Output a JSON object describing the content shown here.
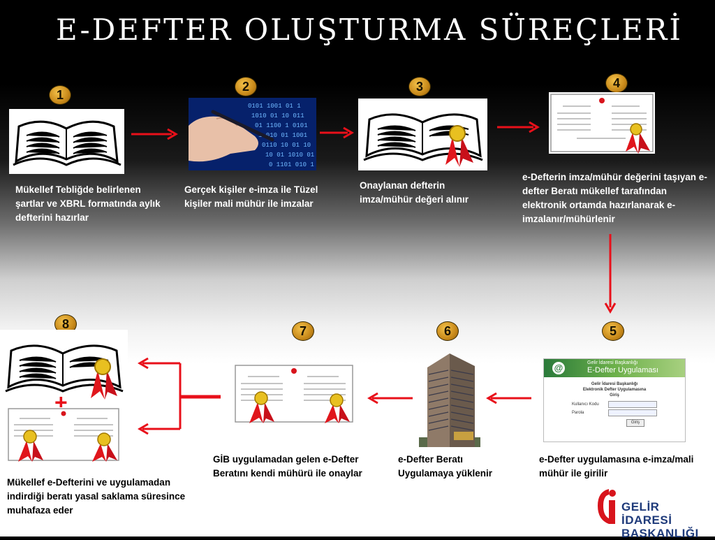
{
  "title": "E-DEFTER OLUŞTURMA SÜREÇLERİ",
  "steps": [
    {
      "num": "1",
      "caption": "Mükellef Tebliğde belirlenen şartlar ve XBRL formatında aylık defterini hazırlar"
    },
    {
      "num": "2",
      "caption": "Gerçek kişiler e-imza ile Tüzel  kişiler mali mühür ile imzalar"
    },
    {
      "num": "3",
      "caption": "Onaylanan defterin imza/mühür değeri alınır"
    },
    {
      "num": "4",
      "caption": "e-Defterin imza/mühür değerini taşıyan e-defter Beratı mükellef tarafından elektronik ortamda hazırlanarak e-imzalanır/mühürlenir"
    },
    {
      "num": "5",
      "caption": "e-Defter uygulamasına e-imza/mali mühür ile girilir"
    },
    {
      "num": "6",
      "caption": "e-Defter Beratı Uygulamaya yüklenir"
    },
    {
      "num": "7",
      "caption": "GİB uygulamadan gelen e-Defter Beratını kendi mühürü ile onaylar"
    },
    {
      "num": "8",
      "caption": "Mükellef e-Defterini ve uygulamadan indirdiği beratı  yasal saklama süresince muhafaza eder"
    }
  ],
  "plus_sign": "+",
  "app_screen": {
    "org": "Gelir İdaresi Başkanlığı",
    "app_name": "E-Defter Uygulaması",
    "heading1": "Gelir İdaresi Başkanlığı",
    "heading2": "Elektronik Defter Uygulamasına",
    "heading3": "Giriş",
    "user_label": "Kullanıcı Kodu",
    "pass_label": "Parola",
    "button": "Giriş"
  },
  "logo": {
    "line1": "GELİR İDARESİ",
    "line2": "BASKANLIĞI"
  },
  "colors": {
    "arrow": "#e8101a",
    "badge": "#d9a030",
    "logo_red": "#d8141c",
    "logo_blue": "#1e3a7a"
  }
}
